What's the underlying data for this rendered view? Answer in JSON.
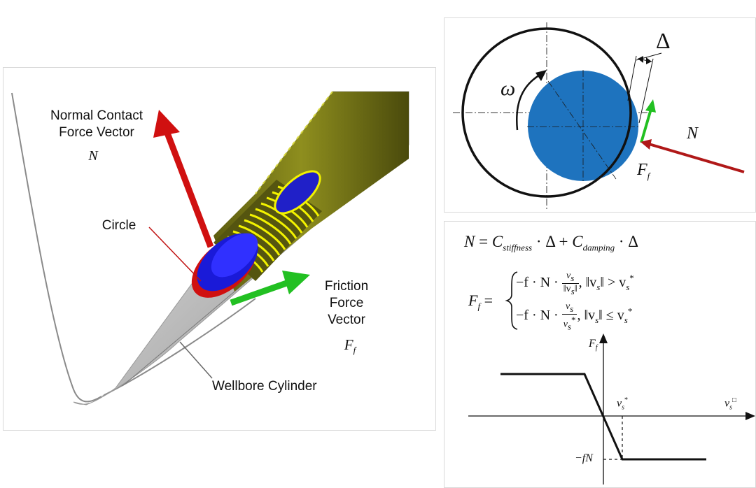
{
  "panel_3d": {
    "normal_label_line1": "Normal Contact",
    "normal_label_line2": "Force Vector",
    "normal_symbol": "N",
    "circle_label": "Circle",
    "friction_label_line1": "Friction",
    "friction_label_line2": "Force",
    "friction_label_line3": "Vector",
    "friction_symbol": "F",
    "friction_symbol_sub": "f",
    "wellbore_label": "Wellbore Cylinder"
  },
  "panel_circle": {
    "omega": "ω",
    "delta": "Δ",
    "normal_symbol": "N",
    "friction_symbol": "F",
    "friction_symbol_sub": "f"
  },
  "equations": {
    "eq1_lhs": "N",
    "eq1_eq": " = ",
    "eq1_c1": "C",
    "eq1_c1_sub": "stiffness",
    "eq1_mid": " · Δ + ",
    "eq1_c2": "C",
    "eq1_c2_sub": "damping",
    "eq1_end": " · Δ",
    "eq2_lhs": "F",
    "eq2_lhs_sub": "f",
    "eq2_eq": " = ",
    "case1_prefix": "−f · N · ",
    "case1_num": "v",
    "case1_num_sub": "s",
    "case1_den": "‖v",
    "case1_den_sub": "s",
    "case1_den_end": "‖",
    "case1_cond": ",  ‖v",
    "case1_cond_sub": "s",
    "case1_cond_rest": "‖ > v",
    "case1_cond_sub2": "s",
    "case1_cond_sup2": "*",
    "case2_prefix": "−f · N · ",
    "case2_num": "v",
    "case2_num_sub": "s",
    "case2_den": "v",
    "case2_den_sub": "s",
    "case2_den_sup": "*",
    "case2_cond": ",   ‖v",
    "case2_cond_sub": "s",
    "case2_cond_rest": "‖ ≤ v",
    "case2_cond_sub2": "s",
    "case2_cond_sup2": "*"
  },
  "friction_plot": {
    "y_axis_label": "F",
    "y_axis_label_sub": "f",
    "x_axis_label": "v",
    "x_axis_label_sub": "s",
    "x_axis_label_sup": "□",
    "threshold_label": "v",
    "threshold_label_sub": "s",
    "threshold_label_sup": "*",
    "neg_level_label": "−fN"
  },
  "colors": {
    "normal_arrow": "#d01010",
    "friction_arrow": "#22c022",
    "disk_fill": "#1e73be",
    "pipe_fill": "#7a7a16",
    "ring_blue": "#1a1ad8",
    "ring_yellow": "#f2f200",
    "wellbore_fill": "#cfcfcf",
    "reaction_arrow": "#b01818"
  }
}
